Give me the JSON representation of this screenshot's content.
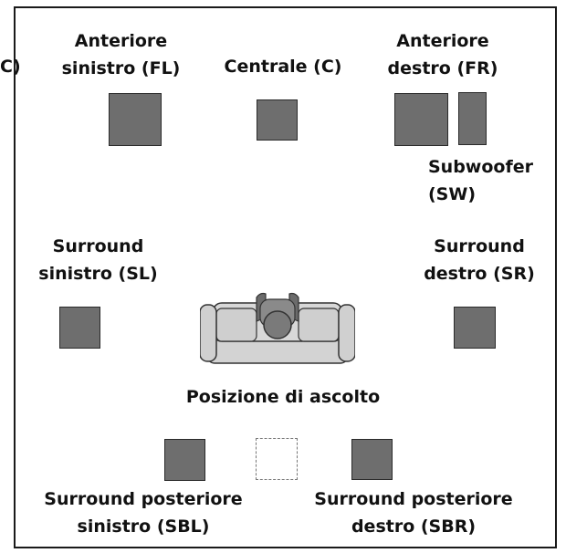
{
  "diagram": {
    "edge_fragment": "C)",
    "labels": {
      "fl": [
        "Anteriore",
        "sinistro (FL)"
      ],
      "c": [
        "Centrale (C)"
      ],
      "fr": [
        "Anteriore",
        "destro (FR)"
      ],
      "sw": [
        "Subwoofer",
        "(SW)"
      ],
      "sl": [
        "Surround",
        "sinistro (SL)"
      ],
      "sr": [
        "Surround",
        "destro (SR)"
      ],
      "listening": [
        "Posizione di ascolto"
      ],
      "sbl": [
        "Surround posteriore",
        "sinistro (SBL)"
      ],
      "sbr": [
        "Surround posteriore",
        "destro (SBR)"
      ]
    },
    "colors": {
      "speaker_fill": "#6e6e6e",
      "speaker_stroke": "#2a2a2a",
      "sofa_fill": "#d3d3d3",
      "person_fill": "#7a7a7a"
    }
  }
}
